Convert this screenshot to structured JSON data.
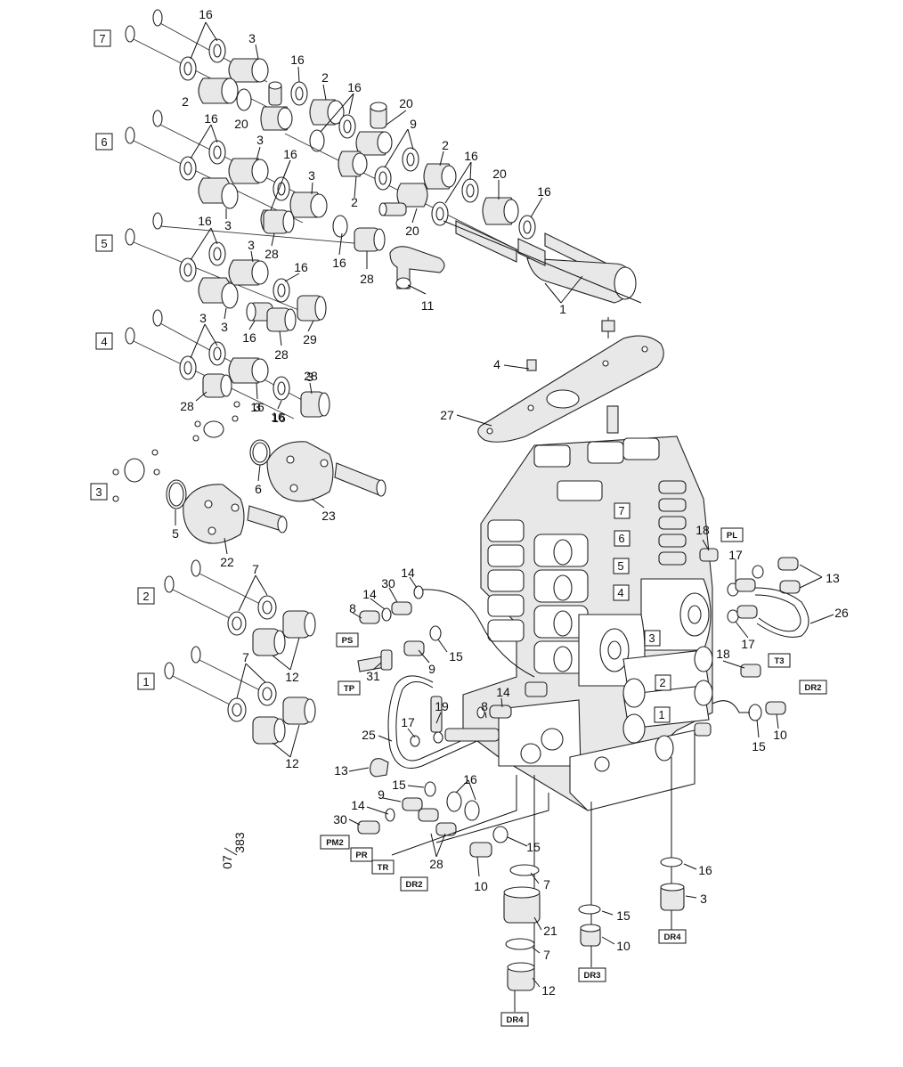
{
  "diagram": {
    "section_boxes": [
      "7",
      "6",
      "5",
      "4",
      "3",
      "2",
      "1"
    ],
    "body_section_boxes": [
      "7",
      "6",
      "5",
      "4",
      "3",
      "2",
      "1"
    ],
    "port_tags": [
      "PL",
      "T3",
      "DR2",
      "PS",
      "TP",
      "PM2",
      "PR",
      "TR",
      "DR2",
      "DR4",
      "DR3",
      "DR4"
    ],
    "part_numbers": [
      "16",
      "3",
      "16",
      "2",
      "16",
      "2",
      "20",
      "20",
      "9",
      "2",
      "16",
      "20",
      "16",
      "16",
      "3",
      "16",
      "3",
      "3",
      "2",
      "20",
      "1",
      "16",
      "3",
      "28",
      "16",
      "28",
      "11",
      "16",
      "3",
      "16",
      "3",
      "16",
      "28",
      "29",
      "16",
      "3",
      "28",
      "28",
      "16",
      "3",
      "4",
      "27",
      "6",
      "23",
      "5",
      "22",
      "7",
      "12",
      "7",
      "12",
      "18",
      "17",
      "13",
      "26",
      "17",
      "18",
      "15",
      "10",
      "14",
      "30",
      "14",
      "8",
      "9",
      "15",
      "31",
      "14",
      "8",
      "19",
      "17",
      "25",
      "13",
      "15",
      "9",
      "14",
      "30",
      "16",
      "28",
      "15",
      "10",
      "7",
      "21",
      "7",
      "12",
      "15",
      "10",
      "16",
      "3"
    ],
    "drawing_ref": {
      "numerator": "07",
      "denominator": "383"
    }
  }
}
